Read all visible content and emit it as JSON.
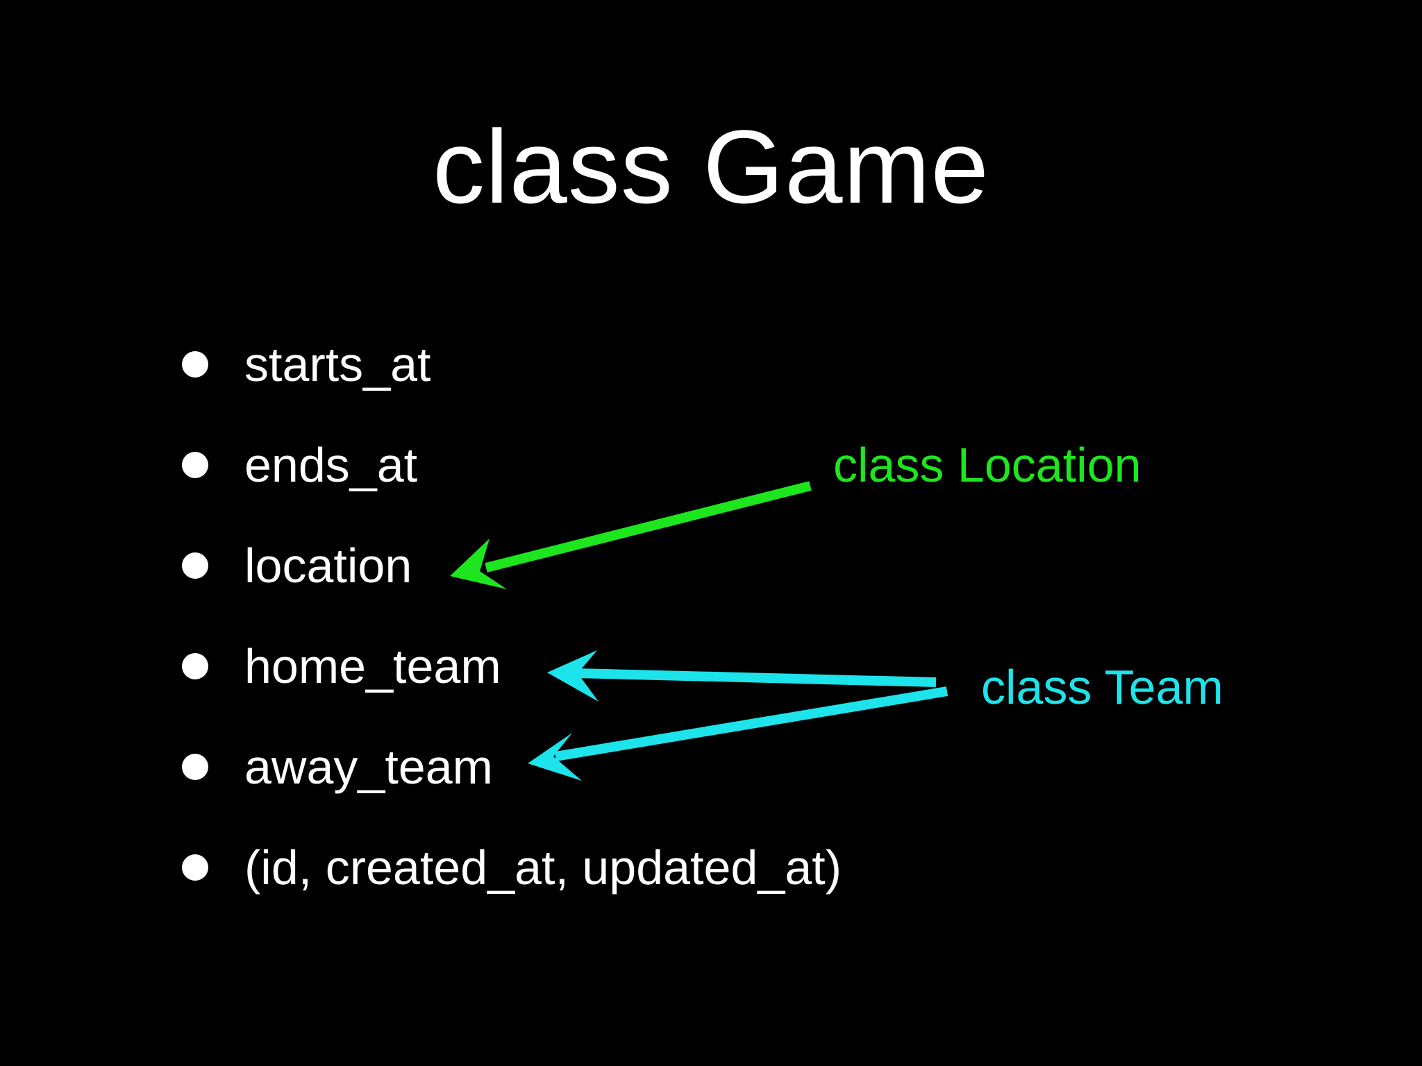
{
  "slide": {
    "title": "class Game",
    "bullets": [
      {
        "label": "starts_at"
      },
      {
        "label": "ends_at"
      },
      {
        "label": "location"
      },
      {
        "label": "home_team"
      },
      {
        "label": "away_team"
      },
      {
        "label": "(id, created_at, updated_at)"
      }
    ],
    "annotations": {
      "location_class": {
        "label": "class Location",
        "color": "#1ee61e"
      },
      "team_class": {
        "label": "class Team",
        "color": "#1de4ea"
      }
    }
  }
}
